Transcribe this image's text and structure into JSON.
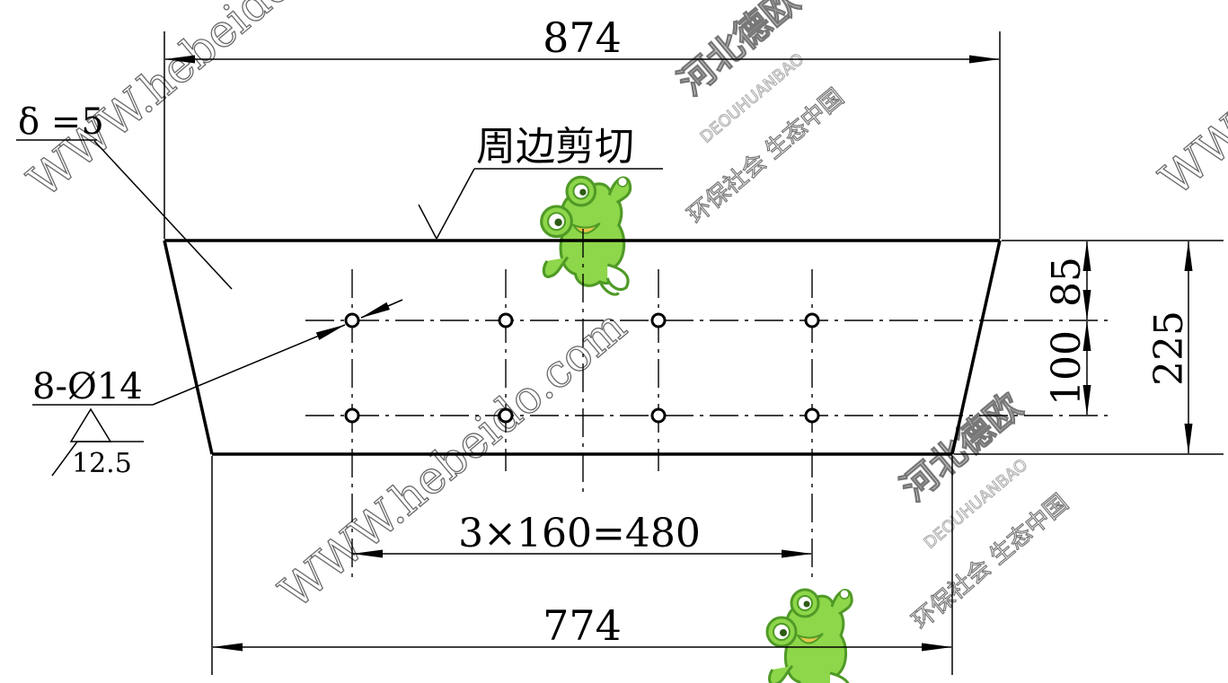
{
  "dimensions": {
    "top_width": "874",
    "bottom_width": "774",
    "hole_spacing": "3×160=480",
    "upper_offset": "85",
    "row_gap": "100",
    "total_height": "225"
  },
  "annotations": {
    "thickness": "δ =5",
    "cut_note": "周边剪切",
    "holes": "8-Ø14",
    "roughness": "12.5"
  },
  "watermarks": {
    "url": "WWW.hebeido.com",
    "url_fragment_left": "WWW.hebeido",
    "url_fragment_right": "WWW",
    "company": "河北德欧",
    "company_en": "DEOUHUANBAO",
    "slogan": "环保社会  生态中国"
  },
  "colors": {
    "line": "#000000",
    "mascot_green": "#8ed64a",
    "mascot_dark": "#4f9a26",
    "watermark": "#6a6a6a"
  },
  "icons": [
    "frog-mascot-logo"
  ]
}
